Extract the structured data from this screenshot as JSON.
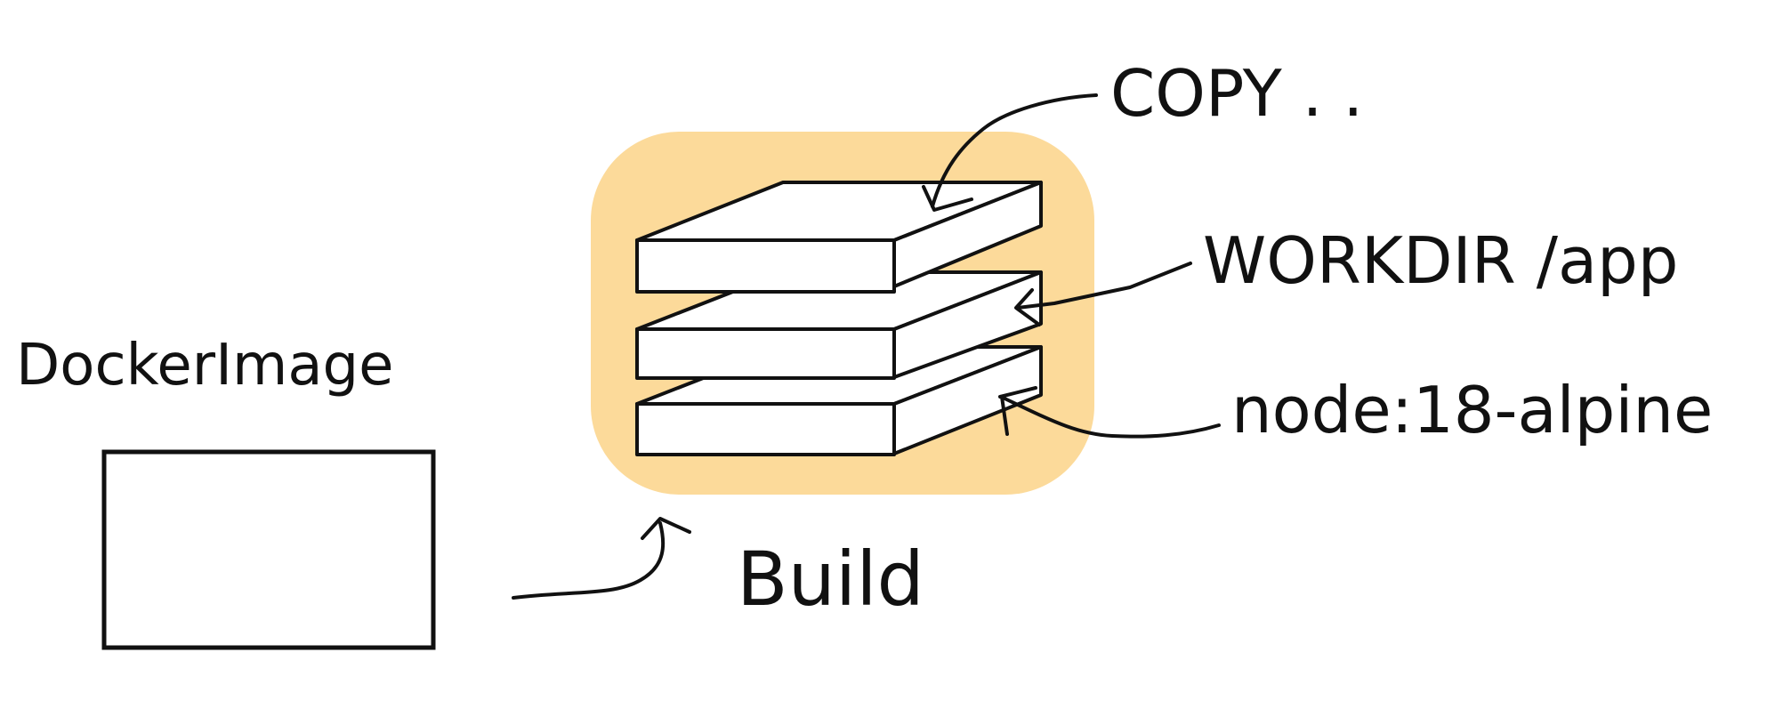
{
  "labels": {
    "docker_image": "DockerImage",
    "build": "Build",
    "copy": "COPY . .",
    "workdir": "WORKDIR /app",
    "base": "node:18-alpine"
  },
  "colors": {
    "highlight": "#FCDA9A",
    "ink": "#111111",
    "background": "#FFFFFF"
  }
}
